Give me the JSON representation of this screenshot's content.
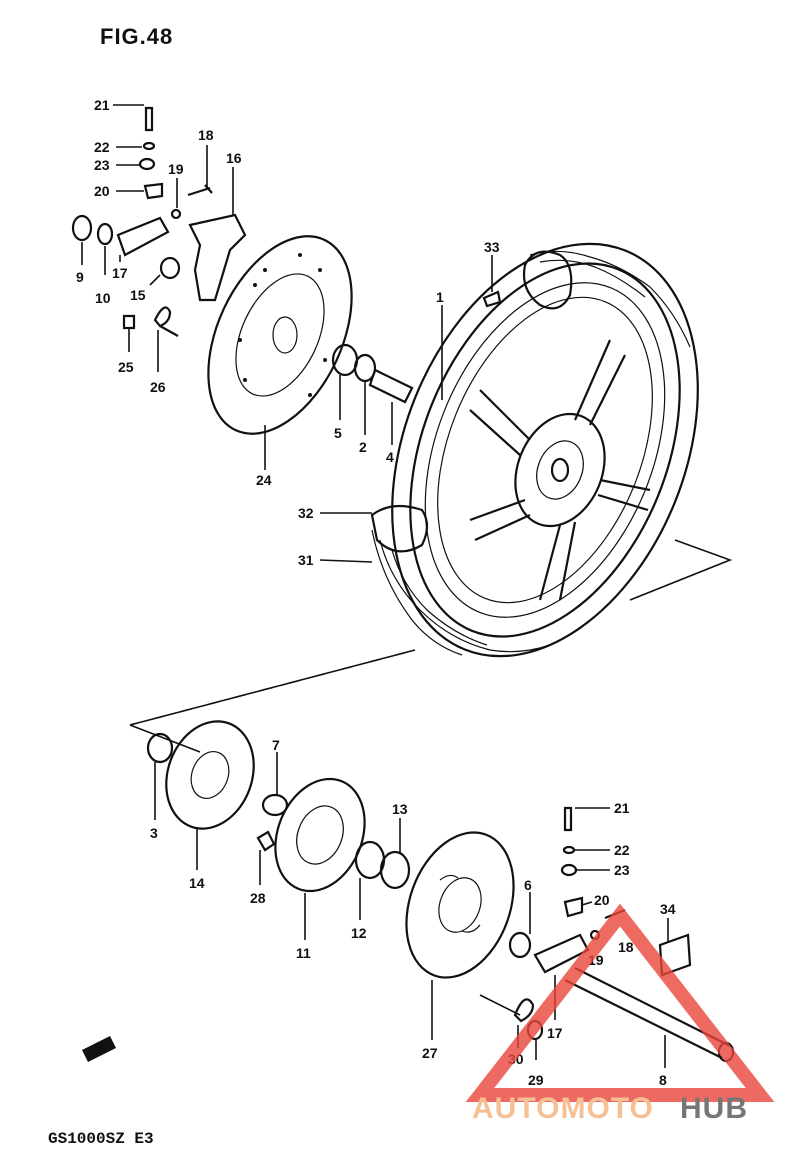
{
  "figure": {
    "title": "FIG.48",
    "model": "GS1000SZ E3"
  },
  "callouts": [
    "1",
    "2",
    "3",
    "4",
    "5",
    "6",
    "7",
    "8",
    "9",
    "10",
    "11",
    "12",
    "13",
    "14",
    "15",
    "16",
    "17",
    "17",
    "18",
    "18",
    "19",
    "19",
    "20",
    "20",
    "21",
    "21",
    "22",
    "22",
    "23",
    "23",
    "24",
    "25",
    "26",
    "27",
    "28",
    "29",
    "30",
    "31",
    "32",
    "33",
    "34"
  ],
  "watermark": {
    "part1": "AUTOMOTO",
    "part2": "HUB",
    "color_triangle": "#e8463a",
    "color_text": "#f3b27a",
    "color_hub": "#555555"
  }
}
